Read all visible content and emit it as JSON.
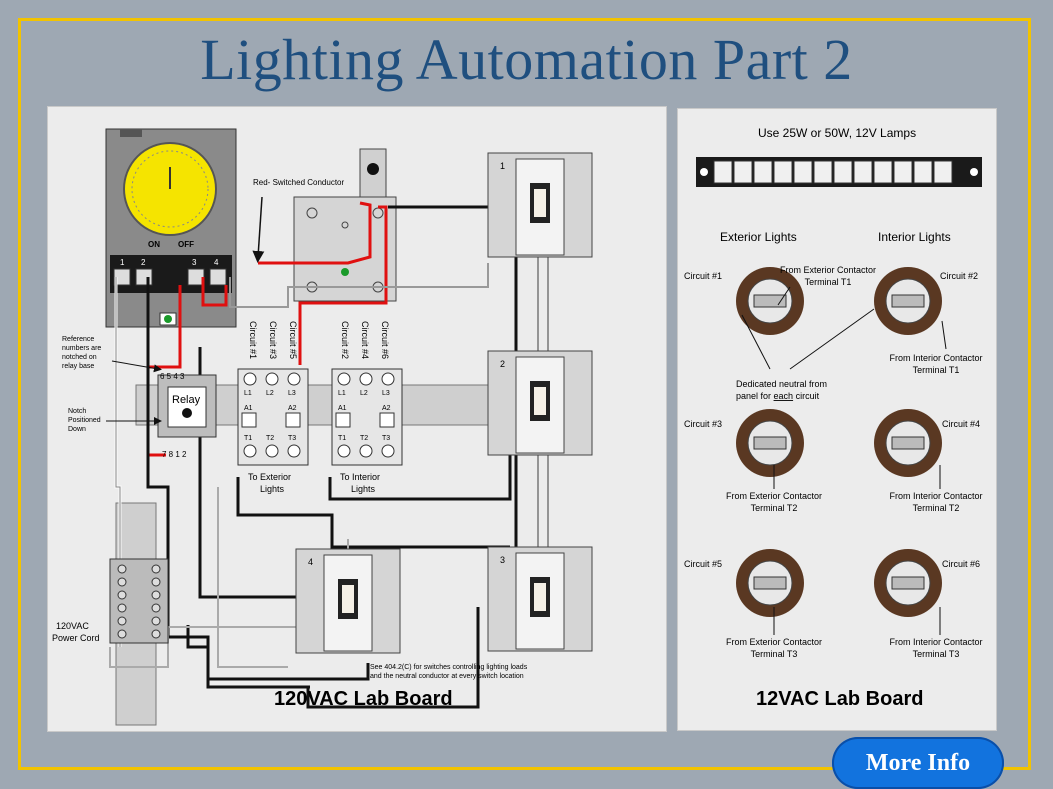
{
  "page": {
    "title": "Lighting Automation Part 2"
  },
  "board120": {
    "title": "120VAC Lab Board",
    "timer_labels": {
      "on": "ON",
      "off": "OFF",
      "t1": "1",
      "t2": "2",
      "t3": "3",
      "t4": "4"
    },
    "red_conductor_label": "Red- Switched Conductor",
    "reference_note": [
      "Reference",
      "numbers are",
      "notched on",
      "relay base"
    ],
    "notch_note": [
      "Notch",
      "Positioned",
      "Down"
    ],
    "relay_label": "Relay",
    "relay_pins_top": "6  5  4  3",
    "relay_pins_bottom": "7  8  1  2",
    "circuits_ext": [
      "Circuit #1",
      "Circuit #3",
      "Circuit #5"
    ],
    "circuits_int": [
      "Circuit #2",
      "Circuit #4",
      "Circuit #6"
    ],
    "contactor_terms": {
      "l1": "L1",
      "l2": "L2",
      "l3": "L3",
      "a1": "A1",
      "a2": "A2",
      "t1": "T1",
      "t2": "T2",
      "t3": "T3"
    },
    "to_exterior": [
      "To Exterior",
      "Lights"
    ],
    "to_interior": [
      "To Interior",
      "Lights"
    ],
    "power_cord": [
      "120VAC",
      "Power Cord"
    ],
    "switch_numbers": [
      "1",
      "2",
      "3",
      "4"
    ],
    "code_note": [
      "See 404.2(C) for switches controlling lighting loads",
      "and the neutral conductor at every switch location"
    ]
  },
  "board12": {
    "title": "12VAC Lab Board",
    "lamp_note": "Use 25W or 50W, 12V Lamps",
    "exterior_header": "Exterior Lights",
    "interior_header": "Interior Lights",
    "circuits": [
      "Circuit #1",
      "Circuit #2",
      "Circuit #3",
      "Circuit #4",
      "Circuit #5",
      "Circuit #6"
    ],
    "from_ext_t1": [
      "From Exterior Contactor",
      "Terminal T1"
    ],
    "from_int_t1": [
      "From Interior Contactor",
      "Terminal T1"
    ],
    "from_ext_t2": [
      "From Exterior Contactor",
      "Terminal T2"
    ],
    "from_int_t2": [
      "From Interior Contactor",
      "Terminal T2"
    ],
    "from_ext_t3": [
      "From Exterior Contactor",
      "Terminal T3"
    ],
    "from_int_t3": [
      "From Interior Contactor",
      "Terminal T3"
    ],
    "neutral_note_a": "Dedicated neutral from",
    "neutral_note_b": "panel for",
    "neutral_note_each": "each",
    "neutral_note_c": "circuit"
  },
  "buttons": {
    "more_info": "More Info"
  },
  "colors": {
    "title": "#1f4f7f",
    "frame": "#f2c300",
    "button": "#1273de",
    "wire_red": "#e01010",
    "lamp": "#5a3822"
  }
}
